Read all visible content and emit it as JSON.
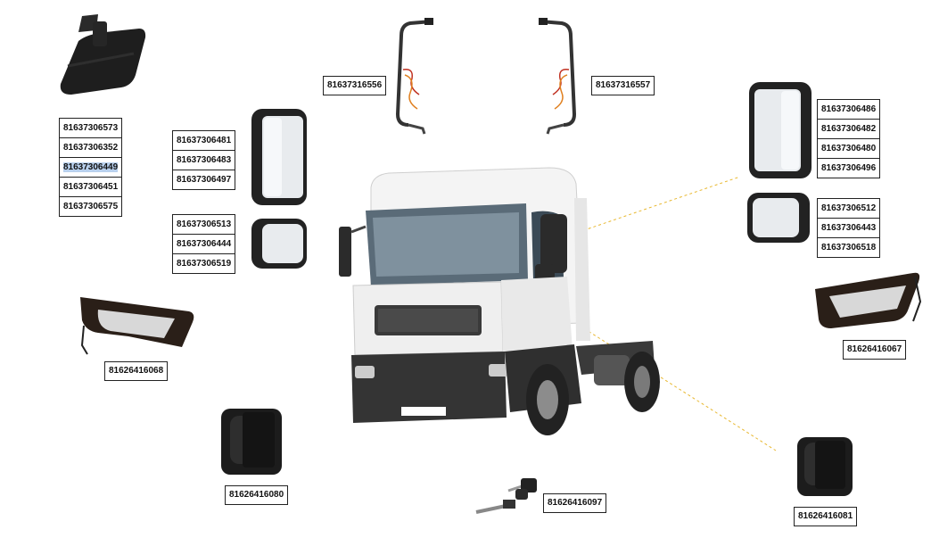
{
  "colors": {
    "label_border": "#222222",
    "label_text": "#111111",
    "highlight": "#b9d1ee",
    "leader_line": "#e8b830",
    "part_black": "#1c1c1c",
    "truck_white": "#f4f4f4"
  },
  "groups": {
    "top_left_mirror": [
      "81637306573",
      "81637306352",
      "81637306449",
      "81637306451",
      "81637306575"
    ],
    "left_main_mirror": [
      "81637306481",
      "81637306483",
      "81637306497"
    ],
    "left_wide_mirror": [
      "81637306513",
      "81637306444",
      "81637306519"
    ],
    "right_main_mirror": [
      "81637306486",
      "81637306482",
      "81637306480",
      "81637306496"
    ],
    "right_wide_mirror": [
      "81637306512",
      "81637306443",
      "81637306518"
    ]
  },
  "singles": {
    "left_bracket": "81637316556",
    "right_bracket": "81637316557",
    "left_handle": "81626416068",
    "right_handle": "81626416067",
    "left_door_handle": "81626416080",
    "right_door_handle": "81626416081",
    "keys": "81626416097"
  }
}
